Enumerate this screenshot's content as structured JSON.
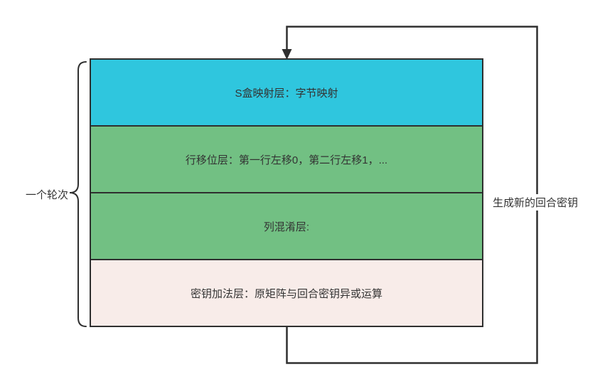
{
  "colors": {
    "line": "#2f2f2f",
    "text": "#333333",
    "sbox_fill": "#2fc6de",
    "shift_rows_fill": "#72c083",
    "mix_columns_fill": "#72c083",
    "add_key_fill": "#f8ece9",
    "background": "#ffffff"
  },
  "diagram": {
    "round_label": "一个轮次",
    "feedback_label": "生成新的回合密钥",
    "layers": [
      {
        "label": "S盒映射层：字节映射",
        "color": "#2fc6de"
      },
      {
        "label": "行移位层：第一行左移0，第二行左移1，...",
        "color": "#72c083"
      },
      {
        "label": "列混淆层:",
        "color": "#72c083"
      },
      {
        "label": "密钥加法层：原矩阵与回合密钥异或运算",
        "color": "#f8ece9"
      }
    ]
  }
}
